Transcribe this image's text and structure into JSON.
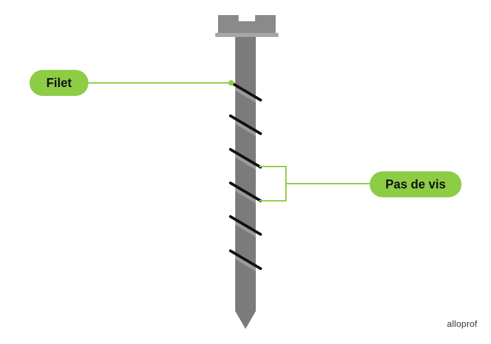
{
  "labels": {
    "thread": "Filet",
    "pitch": "Pas de vis"
  },
  "brand": "alloprof",
  "colors": {
    "accent": "#8ccd45",
    "screw_body": "#7b7b7b",
    "screw_head": "#8a8a8a",
    "thread_line": "#111111"
  }
}
